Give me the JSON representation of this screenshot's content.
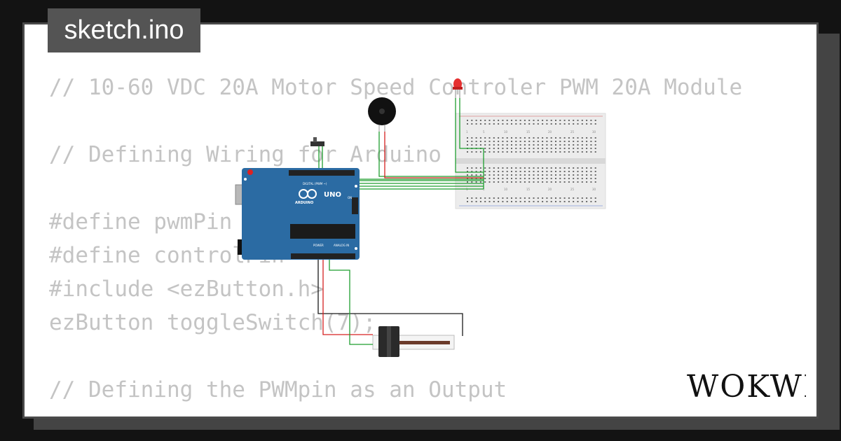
{
  "tab": {
    "filename": "sketch.ino"
  },
  "code_lines": [
    "// 10-60 VDC 20A Motor Speed Controler PWM 20A Module",
    "",
    "// Defining Wiring for Arduino",
    "",
    "#define pwmPin",
    "#define controlPin",
    "#include <ezButton.h>",
    "ezButton toggleSwitch(7);",
    "",
    "// Defining the PWMpin as an Output"
  ],
  "board": {
    "logo_text": "UNO",
    "brand_text": "ARDUINO",
    "digital_header_label": "DIGITAL (PWM ~)",
    "power_label": "POWER",
    "analog_label": "ANALOG IN",
    "on_label": "ON"
  },
  "breadboard": {
    "column_numbers": [
      "1",
      "5",
      "10",
      "15",
      "20",
      "25",
      "30"
    ]
  },
  "brand": {
    "logo_text": "WOKWI"
  },
  "colors": {
    "background": "#131313",
    "card": "#ffffff",
    "tab": "#545454",
    "code": "#c4c4c4",
    "arduino_blue": "#2b6ba3",
    "wire_green": "#1f9e2f",
    "wire_red": "#d62020",
    "wire_black": "#1a1a1a",
    "led_red": "#e53030"
  }
}
